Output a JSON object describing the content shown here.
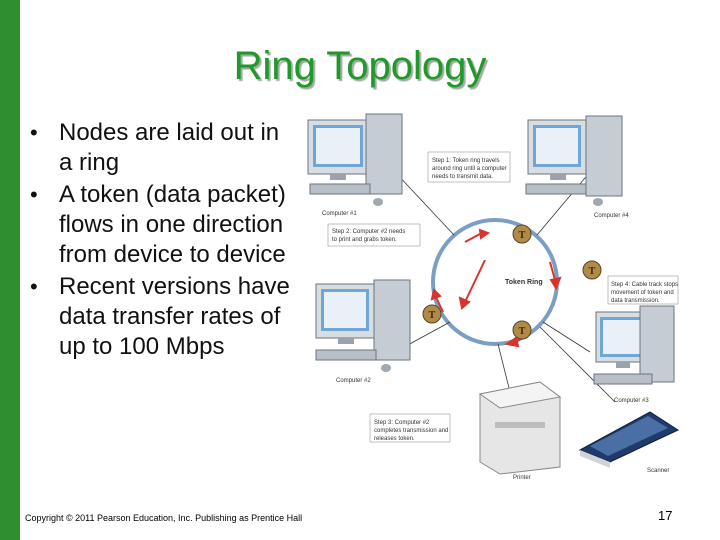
{
  "title": "Ring Topology",
  "bullets": [
    "Nodes are laid out in a ring",
    "A token (data packet) flows in one direction from device to device",
    "Recent versions have data transfer rates of up to 100 Mbps"
  ],
  "diagram": {
    "ring_label": "Token Ring",
    "computers": [
      "Computer #1",
      "Computer #2",
      "Computer #3",
      "Computer #4"
    ],
    "printer_label": "Printer",
    "scanner_label": "Scanner",
    "token_letter": "T",
    "steps": {
      "step1": [
        "Step 1: Token ring travels",
        "around ring until a computer",
        "needs to transmit data."
      ],
      "step2": [
        "Step 2: Computer #2 needs",
        "to print and grabs token."
      ],
      "step3": [
        "Step 3: Computer #2",
        "completes transmission and",
        "releases token."
      ],
      "step4": [
        "Step 4: Cable track stops",
        "movement of token and",
        "data transmission."
      ]
    },
    "colors": {
      "ring": "#7b9fc4",
      "arrow": "#d9342b",
      "token": "#b08a48"
    }
  },
  "footer": "Copyright © 2011 Pearson Education, Inc. Publishing as Prentice Hall",
  "page_number": "17"
}
